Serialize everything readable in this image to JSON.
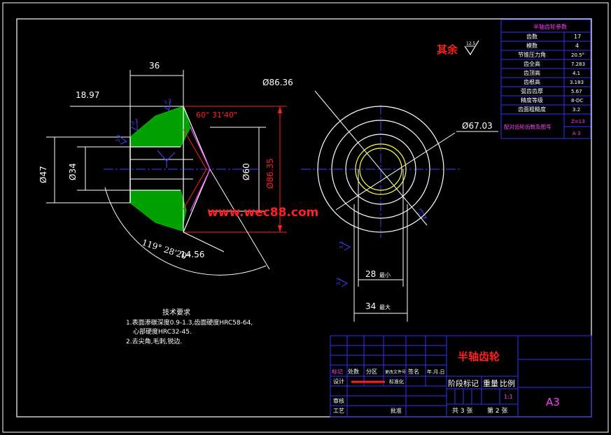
{
  "drawing": {
    "rest_roughness_label": "其余",
    "rest_roughness_value": "12.5",
    "watermark": "www.wec88.com"
  },
  "dimensions": {
    "d36": "36",
    "d18_97": "18.97",
    "d47": "Ø47",
    "d34": "Ø34",
    "d60": "Ø60",
    "d86_35": "Ø86.35",
    "angle_60": "60° 31'40\"",
    "angle_119": "119° 28'20\"",
    "d14_56": "14.56",
    "d86_36": "Ø86.36",
    "d67_03": "Ø67.03",
    "d28": "28",
    "d28_note": "最小",
    "d34_right": "34",
    "d34_note": "最大"
  },
  "roughness_marks": [
    "3.2",
    "3.2",
    "3.2",
    "3.2",
    "3.2",
    "3.2"
  ],
  "gear_params": {
    "title": "半轴齿轮参数",
    "rows": [
      {
        "label": "齿数",
        "value": "17"
      },
      {
        "label": "模数",
        "value": "4"
      },
      {
        "label": "节锥压力角",
        "value": "20.5°"
      },
      {
        "label": "齿全高",
        "value": "7.283"
      },
      {
        "label": "齿顶高",
        "value": "4.1"
      },
      {
        "label": "齿根高",
        "value": "3.183"
      },
      {
        "label": "弧齿齿厚",
        "value": "5.67"
      },
      {
        "label": "精度等级",
        "value": "8-DC"
      },
      {
        "label": "齿面粗糙度",
        "value": "3.2"
      }
    ],
    "mate_label": "配对齿轮齿数及图号",
    "mate_values": [
      "Z=13",
      "A 3"
    ]
  },
  "tech_req": {
    "title": "技术要求",
    "lines": [
      "1.表面渗碳深度0.9-1.3,齿面硬度HRC58-64,",
      "心部硬度HRC32-45.",
      "2.去尖角,毛刺,锐边."
    ]
  },
  "title_block": {
    "part_name": "半轴齿轮",
    "row_mark": "标记",
    "row_qty": "处数",
    "row_zone": "分区",
    "row_docno": "更改文件号",
    "row_sign": "签名",
    "row_date": "年.月.日",
    "designer_label": "设计",
    "designer_extra": "标准化",
    "stage_label": "阶段标记",
    "weight_label": "重量",
    "scale_label": "比例",
    "scale_value": "1:1",
    "review_label": "审核",
    "process_label": "工艺",
    "approve_label": "批准",
    "sheets_total": "共 3 张",
    "sheet_no": "第 2 张",
    "paper_size": "A3"
  },
  "colors": {
    "frame": "#ffffff",
    "table_line": "#3030ff",
    "part_green": "#00c000",
    "dim_red": "#ff2020",
    "center_blue": "#4040ff",
    "pitch_yellow": "#ffff40",
    "mate_magenta": "#ff40ff"
  }
}
